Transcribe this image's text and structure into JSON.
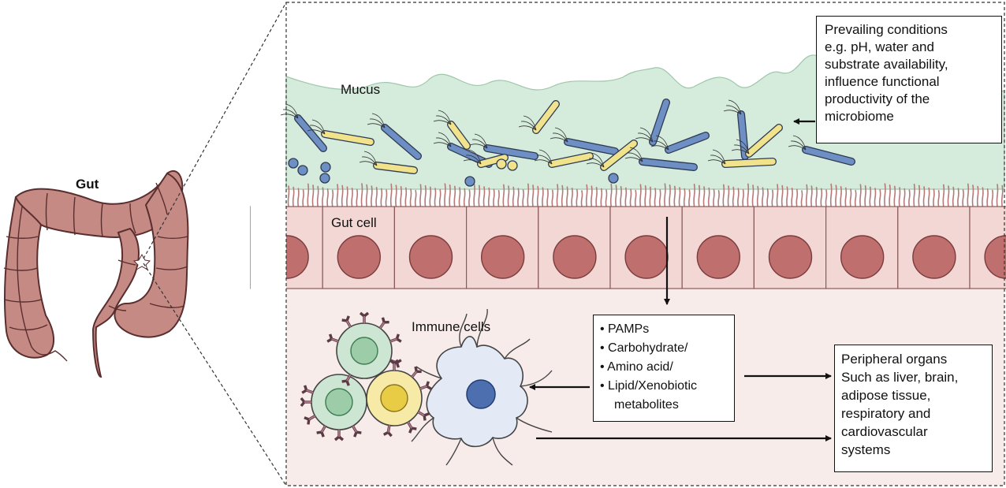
{
  "labels": {
    "gut": "Gut",
    "mucus": "Mucus",
    "gut_cell": "Gut cell",
    "immune_cells": "Immune cells"
  },
  "conditions_box": {
    "lines": [
      "Prevailing conditions",
      "e.g. pH, water and",
      "substrate availability,",
      "influence functional",
      "productivity of the",
      "microbiome"
    ]
  },
  "metabolites_box": {
    "lines": [
      "• PAMPs",
      "• Carbohydrate/",
      "• Amino acid/",
      "• Lipid/Xenobiotic",
      "metabolites"
    ]
  },
  "organs_box": {
    "lines": [
      "Peripheral organs",
      "Such as liver, brain,",
      "adipose tissue,",
      "respiratory and",
      "cardiovascular",
      "systems"
    ]
  },
  "colors": {
    "gut_organ": "#c58a84",
    "mucus": "#d5ebdb",
    "gut_cell": "#f2d7d4",
    "nucleus": "#c06f6f",
    "lumen": "#f7ecea",
    "bacteria_blue": "#6e8fc4",
    "bacteria_yellow": "#f1e28c",
    "immune_green": "#cde6d3",
    "immune_yellow": "#f7eaa6",
    "immune_blue": "#e3eaf6",
    "receptor": "#b07a8a"
  }
}
